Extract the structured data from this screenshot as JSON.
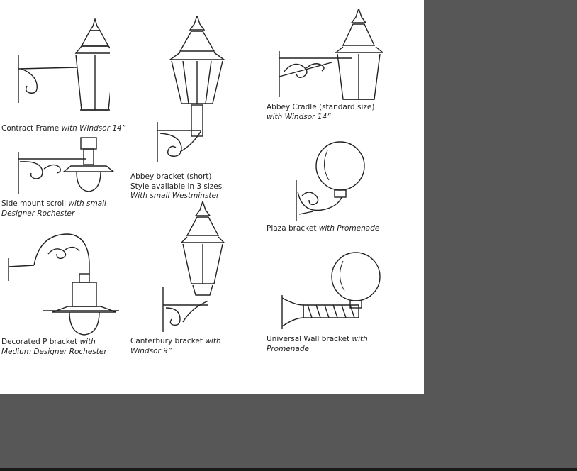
{
  "catalog": {
    "items": [
      {
        "id": "contract-frame",
        "name": "Contract Frame ",
        "with": "with Windsor 14”"
      },
      {
        "id": "abbey-bracket-short",
        "line1": "Abbey bracket (short)",
        "line2": "Style available in 3 sizes",
        "with": "With small Westminster"
      },
      {
        "id": "abbey-cradle",
        "name": "Abbey Cradle (standard size)",
        "with": "with Windsor 14”"
      },
      {
        "id": "side-mount-scroll",
        "name": "Side mount scroll ",
        "with": "with small",
        "with2": "Designer Rochester"
      },
      {
        "id": "plaza-bracket",
        "name": "Plaza bracket ",
        "with": "with Promenade"
      },
      {
        "id": "decorated-p-bracket",
        "name": "Decorated P bracket ",
        "with": "with",
        "with2": "Medium Designer Rochester"
      },
      {
        "id": "canterbury-bracket",
        "name": "Canterbury bracket ",
        "with": "with",
        "with2": "Windsor 9”"
      },
      {
        "id": "universal-wall-bracket",
        "name": "Universal Wall bracket ",
        "with": "with",
        "with2": "Promenade"
      }
    ]
  },
  "colors": {
    "page_background": "#575757",
    "sheet": "#ffffff",
    "ink": "#222222"
  }
}
